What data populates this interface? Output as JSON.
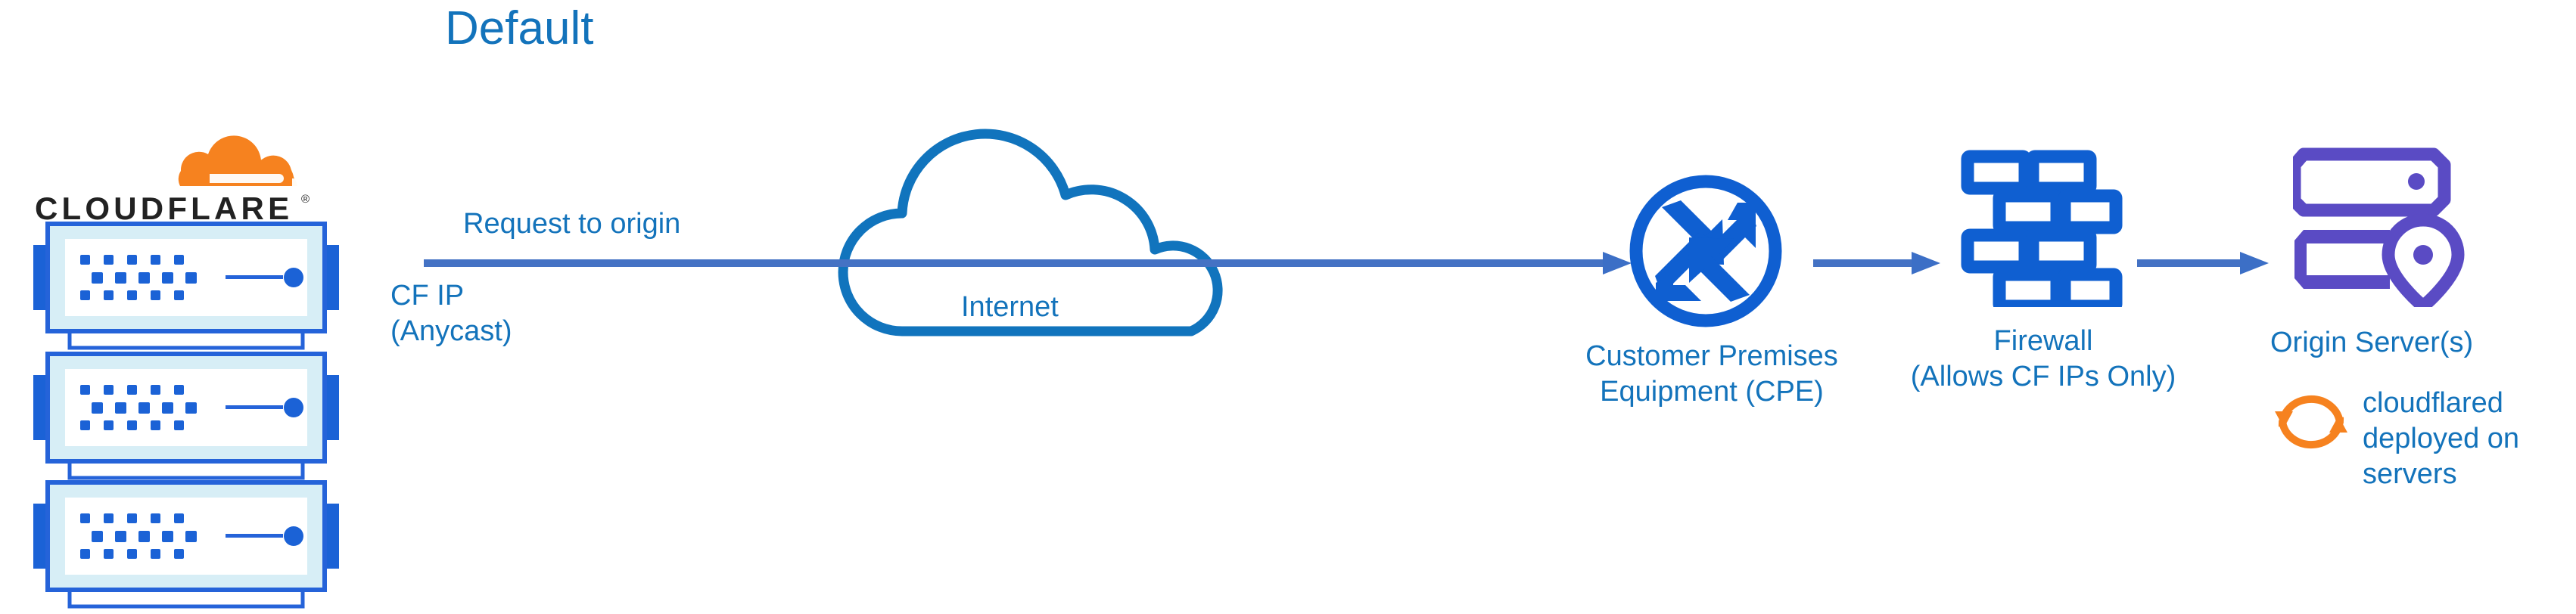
{
  "diagram": {
    "title": "Default",
    "accent_blue": "#1373BB",
    "icon_blue": "#0F5FD1",
    "arrow_blue": "#4472C4",
    "cloud_blue": "#1174BD",
    "origin_purple": "#5A4BC4",
    "cloudflare_orange": "#F6821F",
    "cloudflare_orange_light": "#FBAD41",
    "logo_text_color": "#222222",
    "background": "#ffffff"
  },
  "brand": {
    "wordmark": "CLOUDFLARE",
    "registered_mark": "®",
    "cloud_icon_name": "cloudflare-cloud-logo"
  },
  "edge_servers": {
    "count": 3,
    "icon_name": "server-rack-icon",
    "items": [
      {
        "label": ""
      },
      {
        "label": ""
      },
      {
        "label": ""
      }
    ]
  },
  "flow": {
    "request_label": "Request to origin",
    "cf_ip_label": "CF IP\n(Anycast)",
    "arrows": [
      {
        "name": "arrow-cf-to-cpe"
      },
      {
        "name": "arrow-cpe-to-firewall"
      },
      {
        "name": "arrow-firewall-to-origin"
      }
    ]
  },
  "internet": {
    "label": "Internet",
    "icon_name": "cloud-outline-icon"
  },
  "nodes": [
    {
      "id": "cpe",
      "icon_name": "router-arrows-icon",
      "label": "Customer Premises\nEquipment (CPE)"
    },
    {
      "id": "firewall",
      "icon_name": "brick-wall-icon",
      "label": "Firewall\n(Allows CF IPs Only)"
    },
    {
      "id": "origin",
      "icon_name": "origin-server-pin-icon",
      "label": "Origin Server(s)"
    }
  ],
  "cloudflared": {
    "icon_name": "sync-arrows-icon",
    "note": "cloudflared\ndeployed on\nservers"
  }
}
